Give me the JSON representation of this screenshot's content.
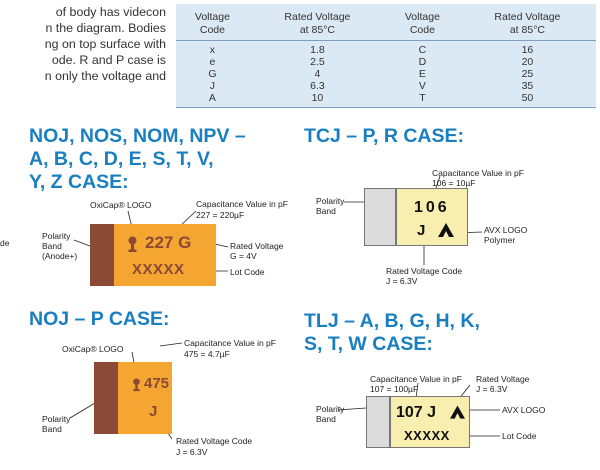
{
  "intro_lines": [
    "of body has videcon",
    "n the diagram. Bodies",
    "ng on top surface with",
    "ode. R and P case is",
    "n only the voltage and"
  ],
  "voltage_table": {
    "headers": [
      [
        "Voltage",
        "Code"
      ],
      [
        "Rated Voltage",
        "at 85°C"
      ],
      [
        "Voltage",
        "Code"
      ],
      [
        "Rated Voltage",
        "at 85°C"
      ]
    ],
    "rows": [
      [
        "x",
        "1.8",
        "C",
        "16"
      ],
      [
        "e",
        "2.5",
        "D",
        "20"
      ],
      [
        "G",
        "4",
        "E",
        "25"
      ],
      [
        "J",
        "6.3",
        "V",
        "35"
      ],
      [
        "A",
        "10",
        "T",
        "50"
      ]
    ]
  },
  "sections": {
    "noj_main": {
      "heading": [
        "NOJ, NOS, NOM, NPV –",
        "A, B, C, D, E, S, T, V,",
        "Y, Z CASE:"
      ],
      "marking_value": "227 G",
      "marking_lot": "XXXXX",
      "labels": {
        "oxicap_logo": "OxiCap® LOGO",
        "capacitance": "Capacitance Value in pF",
        "capacitance_example": "227 = 220µF",
        "polarity": "Polarity",
        "band": "Band",
        "anode": "(Anode+)",
        "rated_voltage": "Rated Voltage",
        "rated_voltage_example": "G = 4V",
        "lot_code": "Lot Code",
        "cut_left": "de"
      }
    },
    "noj_p": {
      "heading": [
        "NOJ – P CASE:"
      ],
      "marking_value": "475",
      "marking_voltage": "J",
      "labels": {
        "oxicap_logo": "OxiCap® LOGO",
        "capacitance": "Capacitance Value in pF",
        "capacitance_example": "475 = 4.7µF",
        "polarity": "Polarity",
        "band": "Band",
        "rated_voltage_code": "Rated Voltage Code",
        "rated_voltage_example": "J = 6.3V"
      }
    },
    "tcj": {
      "heading": [
        "TCJ – P, R CASE:"
      ],
      "marking_value": "106",
      "marking_voltage": "J",
      "labels": {
        "capacitance": "Capacitance Value in pF",
        "capacitance_example": "106 = 10µF",
        "polarity": "Polarity",
        "band": "Band",
        "avx_logo": "AVX LOGO",
        "polymer": "Polymer",
        "rated_voltage_code": "Rated Voltage Code",
        "rated_voltage_example": "J = 6.3V"
      }
    },
    "tlj": {
      "heading": [
        "TLJ – A, B, G, H, K,",
        "S, T, W CASE:"
      ],
      "marking_value": "107 J",
      "marking_lot": "XXXXX",
      "labels": {
        "capacitance": "Capacitance Value in pF",
        "capacitance_example": "107 = 100µF",
        "rated_voltage": "Rated Voltage",
        "rated_voltage_example": "J = 6.3V",
        "polarity": "Polarity",
        "band": "Band",
        "avx_logo": "AVX LOGO",
        "lot_code": "Lot Code"
      }
    }
  },
  "colors": {
    "heading_blue": "#1a7fc0",
    "table_bg": "#dbe9f5",
    "polarity_brown": "#8b4a36",
    "body_orange": "#f5a531",
    "body_cream": "#f7eeb0",
    "band_gray": "#dcdcdc"
  }
}
